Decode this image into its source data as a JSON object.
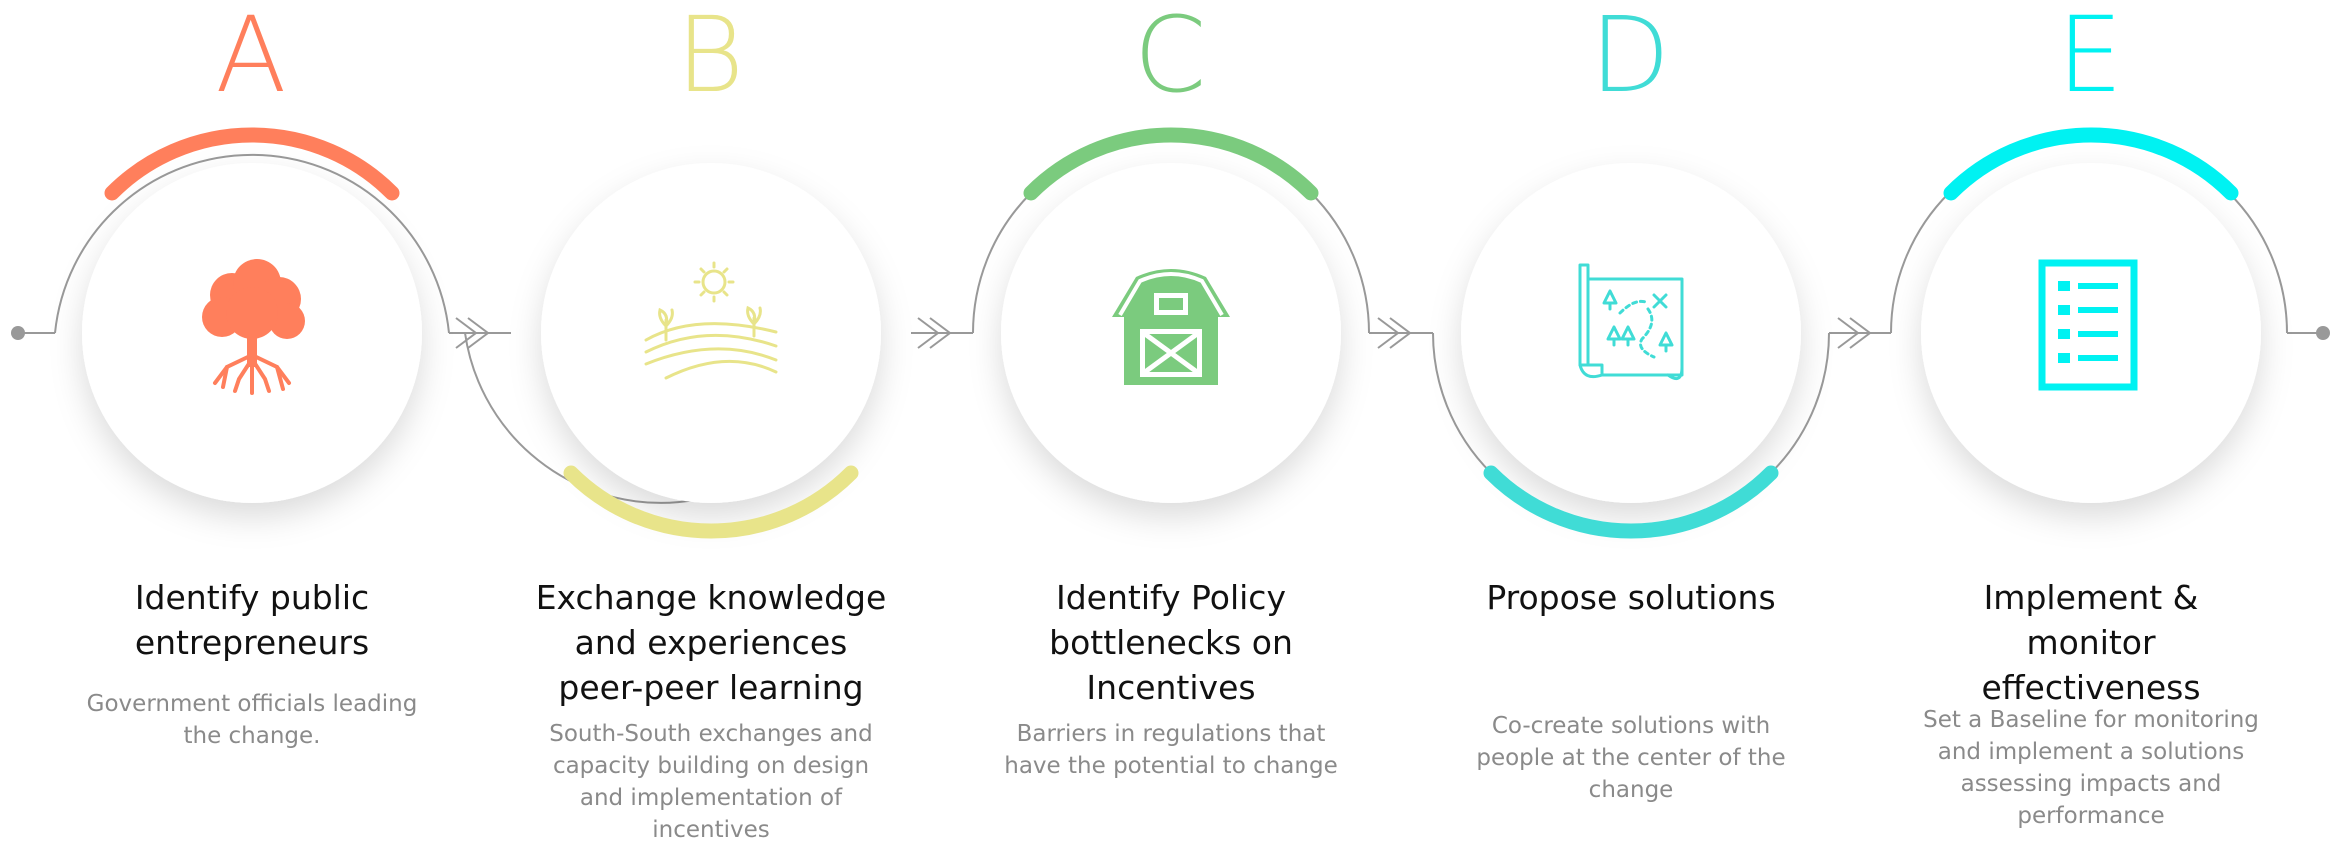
{
  "colors": {
    "a": "#FF7F5C",
    "b": "#E8E48A",
    "c": "#7BCB7E",
    "d": "#40DCD6",
    "e": "#00F2F2",
    "connector": "#999999",
    "title_text": "#111111",
    "desc_text": "#8a8a8a"
  },
  "steps": [
    {
      "letter": "A",
      "icon": "tree-icon",
      "title": "Identify public\nentrepreneurs",
      "description": "Government officials leading\nthe change."
    },
    {
      "letter": "B",
      "icon": "fields-landscape-icon",
      "title": "Exchange knowledge\nand experiences\npeer-peer learning",
      "description": "South-South exchanges and\ncapacity building on design\nand implementation of\nincentives"
    },
    {
      "letter": "C",
      "icon": "barn-icon",
      "title": "Identify Policy\nbottlenecks on\nIncentives",
      "description": "Barriers in regulations that\nhave the potential to change"
    },
    {
      "letter": "D",
      "icon": "treasure-map-icon",
      "title": "Propose solutions",
      "description": "Co-create solutions with\npeople at the center of the\nchange"
    },
    {
      "letter": "E",
      "icon": "checklist-icon",
      "title": "Implement &\nmonitor\neffectiveness",
      "description": "Set a Baseline for monitoring\nand implement a solutions\nassessing impacts and\nperformance"
    }
  ]
}
